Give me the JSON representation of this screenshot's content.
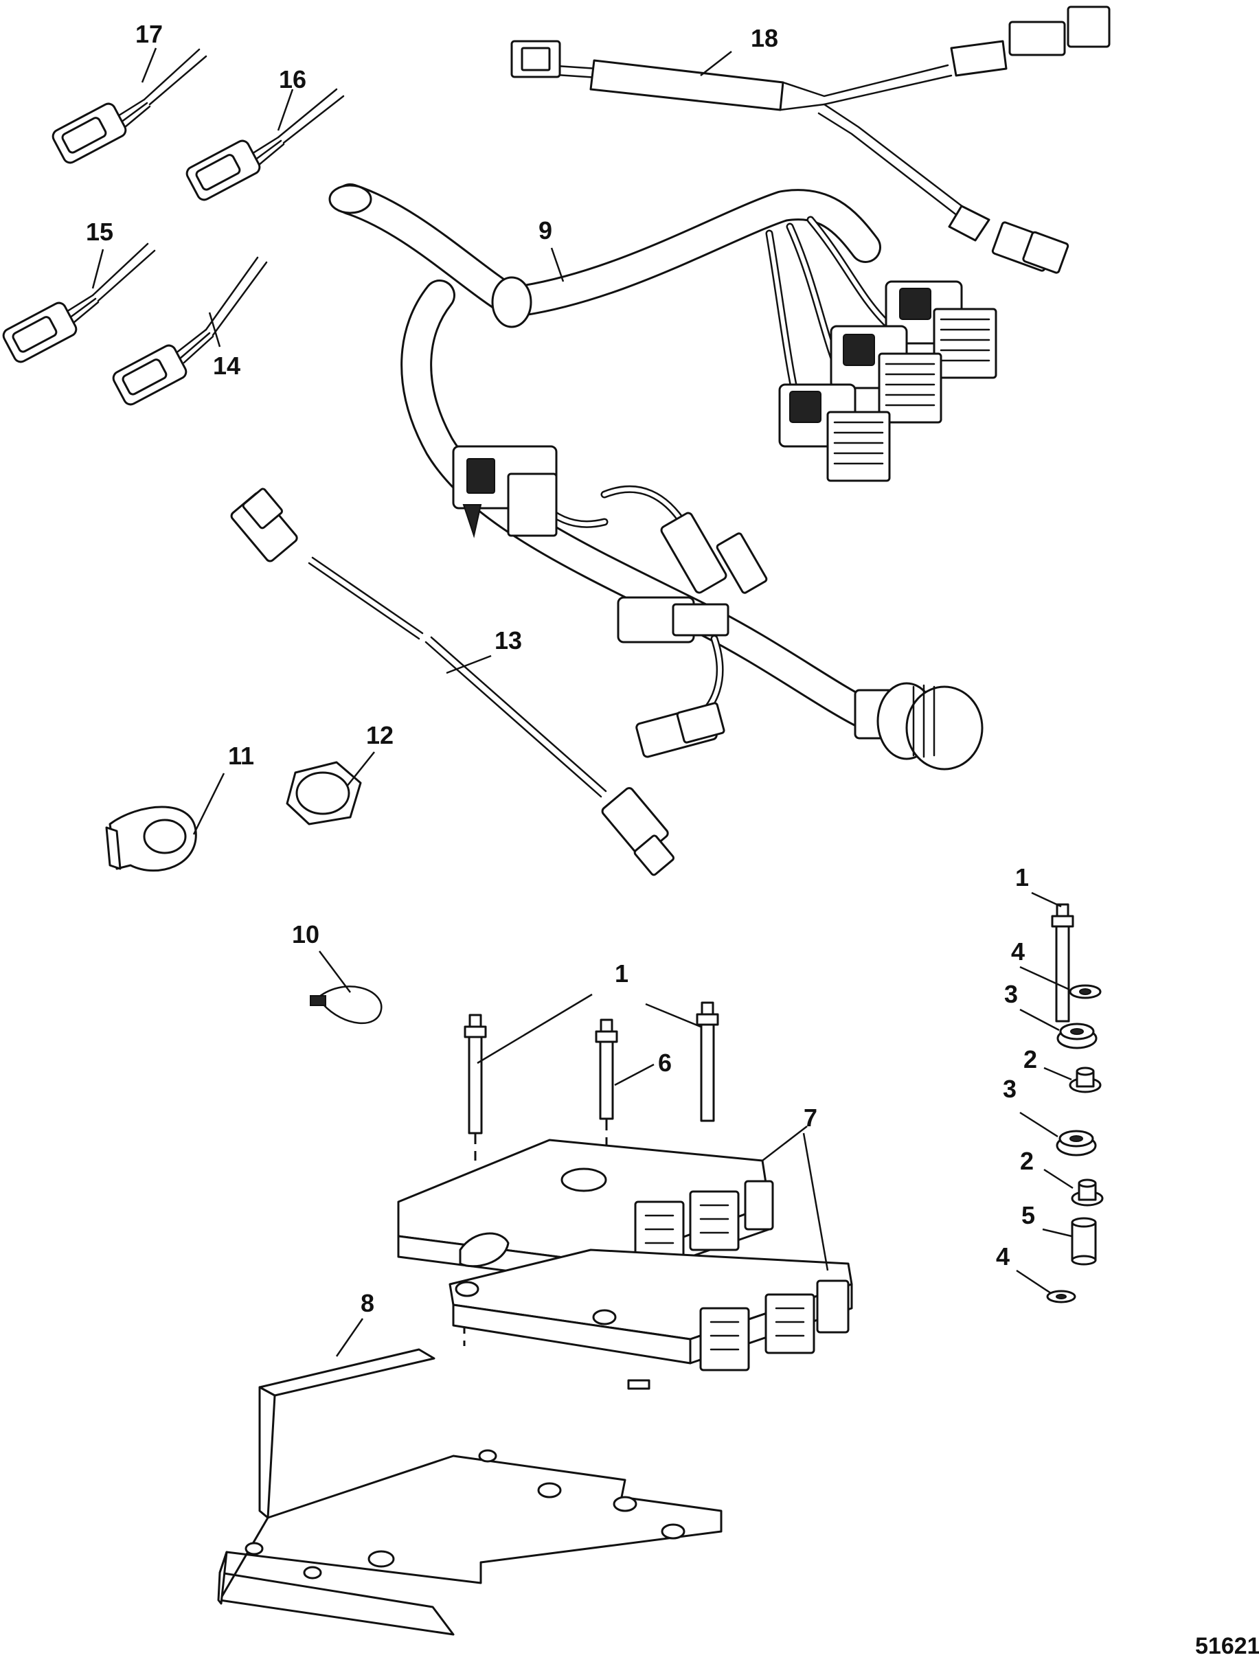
{
  "callouts": {
    "c17": "17",
    "c16": "16",
    "c15": "15",
    "c14": "14",
    "c18": "18",
    "c9": "9",
    "c13": "13",
    "c11": "11",
    "c12": "12",
    "c10": "10",
    "c1_top": "1",
    "c6": "6",
    "c7": "7",
    "c8": "8",
    "c1_side": "1",
    "c4_top": "4",
    "c3_top": "3",
    "c2_top": "2",
    "c3_bottom": "3",
    "c2_bottom": "2",
    "c5": "5",
    "c4_bottom": "4"
  },
  "document_id": "51621"
}
